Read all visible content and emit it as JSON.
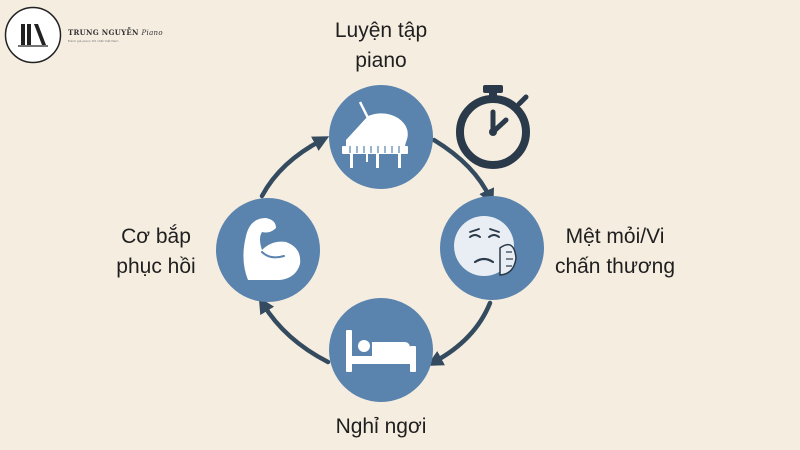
{
  "brand": {
    "name": "TRUNG NGUYỄN",
    "name_script": "Piano",
    "tagline": "Đánh giá piano tốt nhất Việt Nam"
  },
  "cycle": {
    "practice": {
      "line1": "Luyện tập",
      "line2": "piano",
      "icon": "grand-piano-icon"
    },
    "fatigue": {
      "line1": "Mệt mỏi/Vi",
      "line2": "chấn thương",
      "icon": "tired-face-icon"
    },
    "rest": {
      "line1": "Nghỉ ngơi",
      "icon": "bed-icon"
    },
    "recovery": {
      "line1": "Cơ bắp",
      "line2": "phục hồi",
      "icon": "flexed-arm-icon"
    },
    "timer_icon": "stopwatch-icon"
  },
  "colors": {
    "background": "#f5ede0",
    "node_fill": "#5a84ae",
    "arrow": "#344a5e",
    "icon": "#ffffff",
    "timer_dark": "#2b3a4a"
  }
}
